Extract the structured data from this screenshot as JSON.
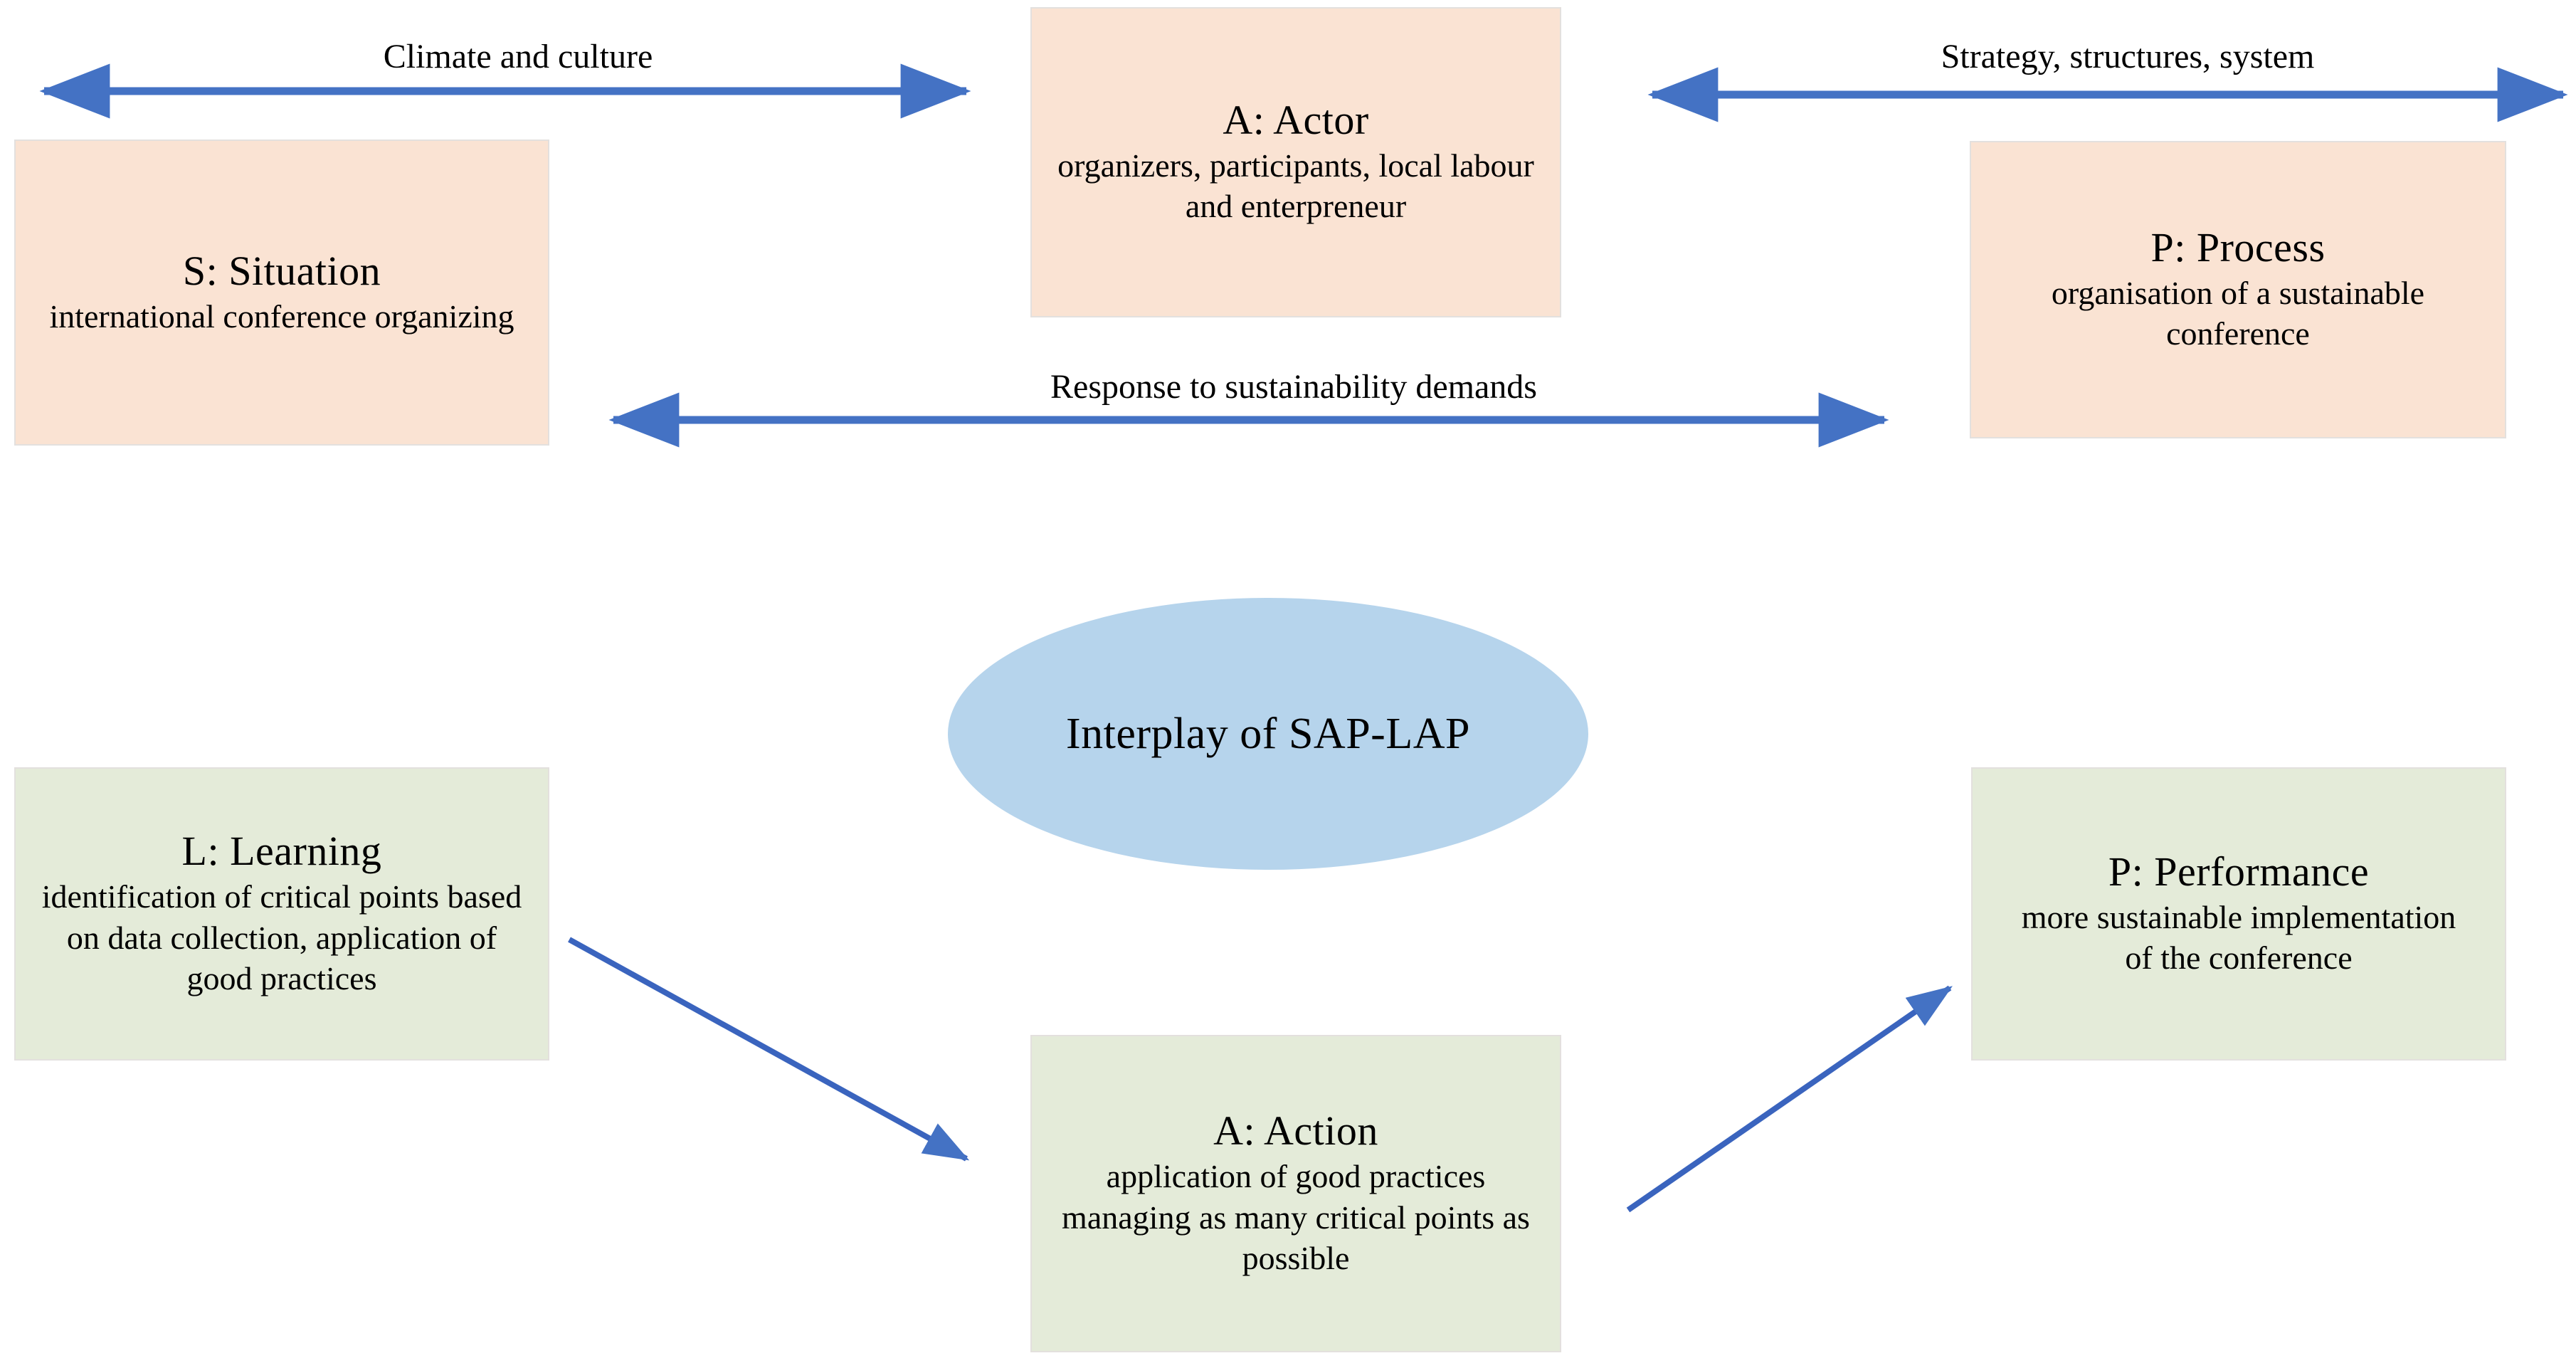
{
  "diagram": {
    "title": "Interplay of SAP-LAP",
    "colors": {
      "peach_fill": "#FAE3D3",
      "green_fill": "#E4EBD9",
      "ellipse_fill": "#B6D4EC",
      "arrow_stroke": "#4472C4",
      "box_border": "#E3E0DE",
      "text": "#000000",
      "background": "#FFFFFF"
    },
    "center": {
      "label": "Interplay of SAP-LAP",
      "shape": "ellipse"
    },
    "nodes": [
      {
        "id": "situation",
        "title": "S: Situation",
        "desc": "international conference organizing",
        "group": "SAP",
        "fill": "peach"
      },
      {
        "id": "actor",
        "title": "A: Actor",
        "desc": "organizers, participants, local labour and enterpreneur",
        "group": "SAP",
        "fill": "peach"
      },
      {
        "id": "process",
        "title": "P: Process",
        "desc": "organisation of a sustainable conference",
        "group": "SAP",
        "fill": "peach"
      },
      {
        "id": "learning",
        "title": "L: Learning",
        "desc": "identification of critical points based on data collection, application of good practices",
        "group": "LAP",
        "fill": "green"
      },
      {
        "id": "action",
        "title": "A: Action",
        "desc": "application of good practices managing as many critical points as possible",
        "group": "LAP",
        "fill": "green"
      },
      {
        "id": "performance",
        "title": "P: Performance",
        "desc": "more sustainable implementation of the conference",
        "group": "LAP",
        "fill": "green"
      }
    ],
    "edges": [
      {
        "id": "situation-actor",
        "label": "Climate and culture",
        "from": "situation",
        "to": "actor",
        "style": "double-headed",
        "orientation": "horizontal"
      },
      {
        "id": "actor-process",
        "label": "Strategy, structures, system",
        "from": "actor",
        "to": "process",
        "style": "double-headed",
        "orientation": "horizontal"
      },
      {
        "id": "situation-process",
        "label": "Response to sustainability demands",
        "from": "situation",
        "to": "process",
        "style": "double-headed",
        "orientation": "horizontal"
      },
      {
        "id": "learning-action",
        "label": "",
        "from": "learning",
        "to": "action",
        "style": "single-headed",
        "orientation": "diagonal-down"
      },
      {
        "id": "action-performance",
        "label": "",
        "from": "action",
        "to": "performance",
        "style": "single-headed",
        "orientation": "diagonal-up"
      }
    ]
  }
}
